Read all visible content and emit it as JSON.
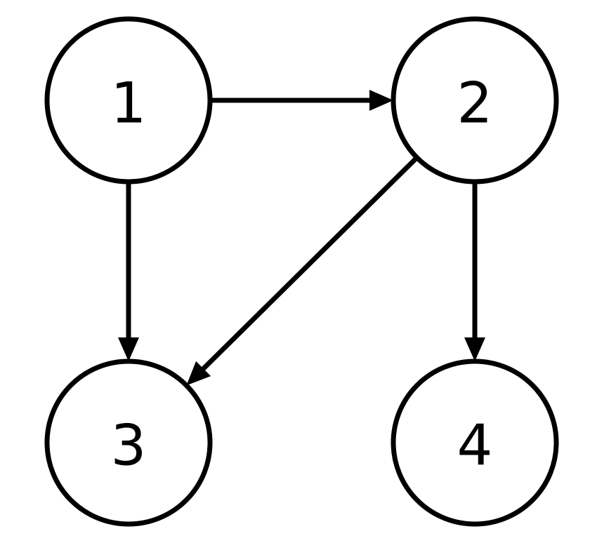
{
  "graph": {
    "directed": true,
    "nodes": [
      {
        "id": "1",
        "label": "1"
      },
      {
        "id": "2",
        "label": "2"
      },
      {
        "id": "3",
        "label": "3"
      },
      {
        "id": "4",
        "label": "4"
      }
    ],
    "edges": [
      {
        "from": "1",
        "to": "2"
      },
      {
        "from": "1",
        "to": "3"
      },
      {
        "from": "2",
        "to": "3"
      },
      {
        "from": "2",
        "to": "4"
      }
    ]
  },
  "colors": {
    "stroke": "#000000",
    "fill": "#ffffff",
    "background": "#ffffff"
  }
}
